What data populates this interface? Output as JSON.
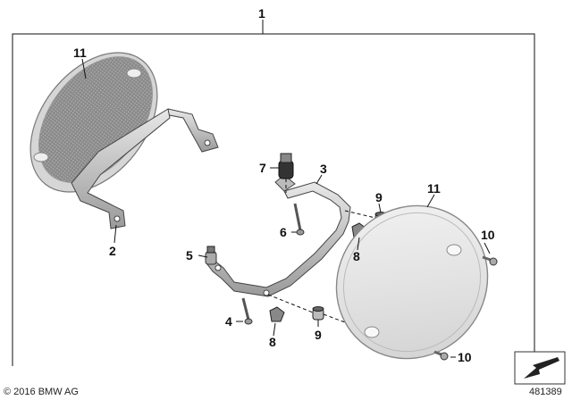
{
  "callouts": {
    "assembly": "1",
    "left_bracket": "2",
    "bracket": "3",
    "screw_lower": "4",
    "rubber_lower": "5",
    "screw_upper": "6",
    "rubber_upper": "7",
    "nut_upper": "8",
    "nut_lower": "8",
    "bush_upper": "9",
    "bush_lower": "9",
    "bolt_upper": "10",
    "bolt_lower": "10",
    "plate_left": "11",
    "plate_right": "11"
  },
  "footer": {
    "copyright": "© 2016 BMW AG",
    "diagram_number": "481389"
  },
  "icons": {
    "corner": "arrow-down-left-icon"
  }
}
